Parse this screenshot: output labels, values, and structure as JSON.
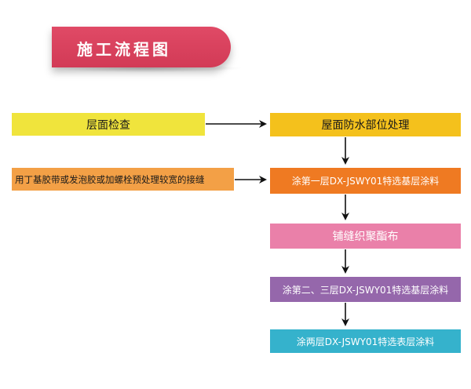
{
  "header": {
    "title": "施工流程图",
    "badge_color": "#d8405d"
  },
  "flow": {
    "surface_check": "层面检查",
    "waterproof_detail": "屋面防水部位处理",
    "seam_treatment": "用丁基胶带或发泡胶或加螺栓预处理较宽的接缝",
    "first_coat": "涂第一层DX-JSWY01特选基层涂料",
    "polyester_cloth": "铺缝织聚酯布",
    "second_coat": "涂第二、三层DX-JSWY01特选基层涂料",
    "top_coat": "涂两层DX-JSWY01特选表层涂料"
  },
  "colors": {
    "surface_check": "#f0e43c",
    "waterproof_detail": "#f4c11c",
    "seam_treatment": "#f3a046",
    "first_coat": "#ef7a22",
    "polyester_cloth": "#ea80a9",
    "second_coat": "#9567ab",
    "top_coat": "#35b2cc"
  }
}
